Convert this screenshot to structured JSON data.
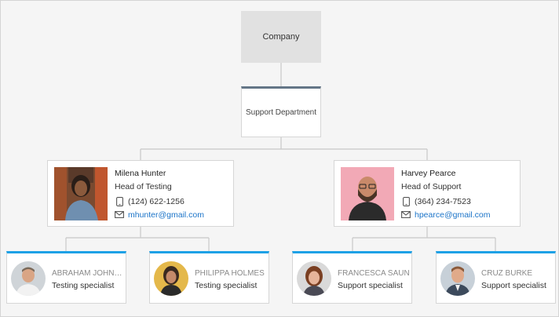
{
  "company": {
    "label": "Company"
  },
  "department": {
    "label": "Support Department"
  },
  "heads": [
    {
      "name": "Milena Hunter",
      "title": "Head of Testing",
      "phone": "(124) 622-1256",
      "email": "mhunter@gmail.com",
      "photo_bg": "#8a5a3a"
    },
    {
      "name": "Harvey Pearce",
      "title": "Head of Support",
      "phone": "(364) 234-7523",
      "email": "hpearce@gmail.com",
      "photo_bg": "#f2a9b6"
    }
  ],
  "staff": [
    {
      "name": "ABRAHAM JOHNS...",
      "role": "Testing specialist",
      "avatar_bg": "#cfd4d8"
    },
    {
      "name": "PHILIPPA HOLMES",
      "role": "Testing specialist",
      "avatar_bg": "#e4b84a"
    },
    {
      "name": "FRANCESCA SAUN",
      "role": "Support specialist",
      "avatar_bg": "#d9d9d9"
    },
    {
      "name": "CRUZ BURKE",
      "role": "Support specialist",
      "avatar_bg": "#c7d0d8"
    }
  ],
  "colors": {
    "department_accent": "#647687",
    "staff_accent": "#1ea1e6",
    "link": "#1a73c8",
    "connector": "#c8c8c8"
  },
  "icons": {
    "phone": "phone-icon",
    "email": "mail-icon"
  }
}
